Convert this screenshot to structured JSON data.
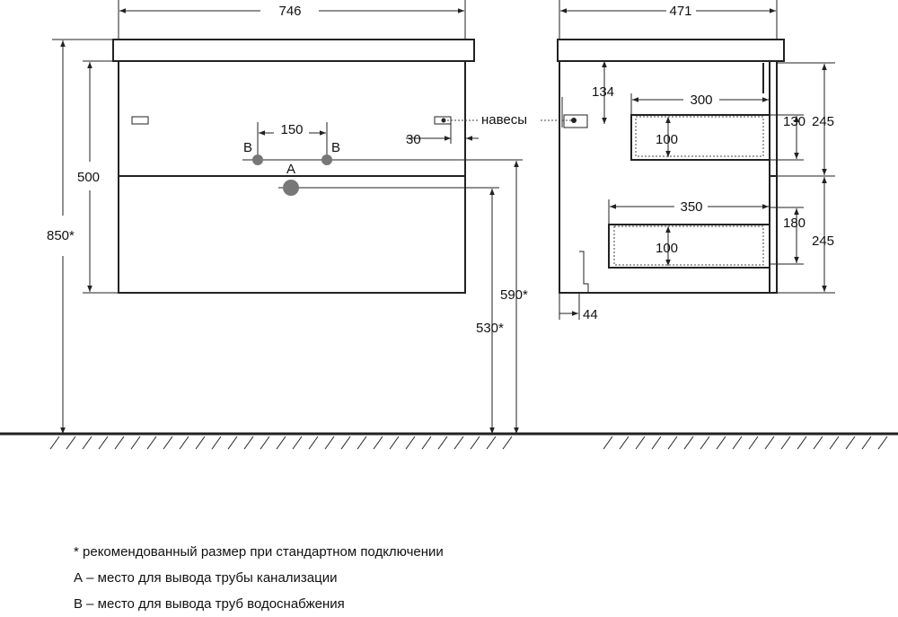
{
  "front_view": {
    "width": "746",
    "body_height": "500",
    "total_height": "850*",
    "pipe_spacing": "150",
    "label_b": "B",
    "label_a": "A",
    "hinge_offset": "30",
    "hinges_label": "навесы",
    "height_b": "590*",
    "height_a": "530*"
  },
  "side_view": {
    "depth": "471",
    "top_offset": "134",
    "drawer1_depth": "300",
    "drawer1_height": "130",
    "drawer1_inner": "100",
    "front1_height": "245",
    "drawer2_depth": "350",
    "drawer2_height": "180",
    "drawer2_inner": "100",
    "front2_height": "245",
    "plinth": "44"
  },
  "notes": [
    "* рекомендованный размер при стандартном подключении",
    "А – место для вывода трубы канализации",
    "В – место для вывода труб водоснабжения"
  ]
}
